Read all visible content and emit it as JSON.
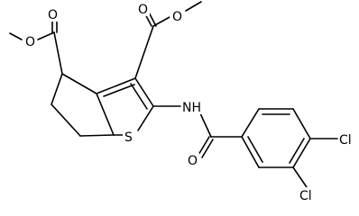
{
  "molecule": {
    "atoms": {
      "o_carbonyl_top_left": "O",
      "o_ester_top_left": "O",
      "o_carbonyl_top_right": "O",
      "o_ester_top_right": "O",
      "nh": "NH",
      "s_ring": "S",
      "o_amide": "O",
      "cl_top": "Cl",
      "cl_bottom": "Cl"
    }
  }
}
